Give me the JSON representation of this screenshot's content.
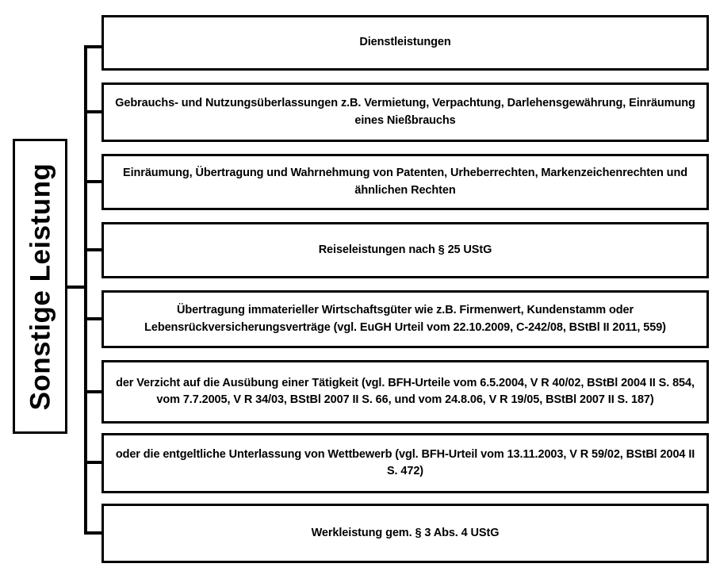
{
  "diagram": {
    "type": "tree-bracket",
    "title": "Sonstige Leistung",
    "root": {
      "label": "Sonstige Leistung",
      "orientation": "vertical-rotated"
    },
    "colors": {
      "background": "#ffffff",
      "line": "#000000",
      "text": "#000000",
      "border": "#000000"
    },
    "branches": [
      {
        "id": 1,
        "label": "Dienstleistungen"
      },
      {
        "id": 2,
        "label": "Gebrauchs- und Nutzungsüberlassungen z.B. Vermietung, Verpachtung, Darlehensgewährung, Einräumung eines Nießbrauchs"
      },
      {
        "id": 3,
        "label": "Einräumung, Übertragung und Wahrnehmung von Patenten, Urheberrechten, Markenzeichenrechten und ähnlichen Rechten"
      },
      {
        "id": 4,
        "label": "Reiseleistungen nach § 25 UStG"
      },
      {
        "id": 5,
        "label": "Übertragung immaterieller Wirtschaftsgüter wie z.B. Firmenwert, Kundenstamm oder Lebensrückversicherungsverträge (vgl. EuGH Urteil vom 22.10.2009, C-242/08, BStBl II 2011, 559)"
      },
      {
        "id": 6,
        "label": "der Verzicht auf die Ausübung einer Tätigkeit (vgl. BFH-Urteile vom 6.5.2004, V R 40/02, BStBl 2004 II S. 854, vom 7.7.2005, V R 34/03, BStBl 2007 II S. 66, und vom 24.8.06, V R 19/05, BStBl 2007 II S. 187)"
      },
      {
        "id": 7,
        "label": "oder die entgeltliche Unterlassung von Wettbewerb (vgl. BFH-Urteil vom 13.11.2003, V R 59/02, BStBl 2004 II S. 472)"
      },
      {
        "id": 8,
        "label": "Werkleistung gem. § 3 Abs. 4 UStG"
      }
    ]
  }
}
